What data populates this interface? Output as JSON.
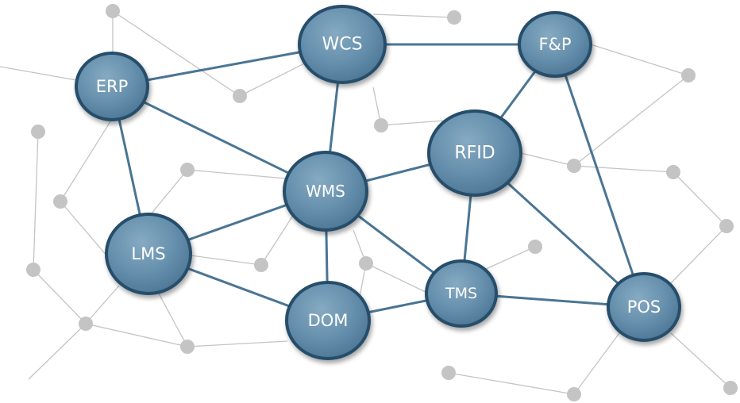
{
  "nodes": [
    {
      "id": "erp",
      "label": "ERP"
    },
    {
      "id": "wcs",
      "label": "WCS"
    },
    {
      "id": "fp",
      "label": "F&P"
    },
    {
      "id": "rfid",
      "label": "RFID"
    },
    {
      "id": "wms",
      "label": "WMS"
    },
    {
      "id": "lms",
      "label": "LMS"
    },
    {
      "id": "dom",
      "label": "DOM"
    },
    {
      "id": "tms",
      "label": "TMS"
    },
    {
      "id": "pos",
      "label": "POS"
    }
  ],
  "links": [
    [
      "erp",
      "wcs"
    ],
    [
      "wcs",
      "fp"
    ],
    [
      "erp",
      "wms"
    ],
    [
      "erp",
      "lms"
    ],
    [
      "wcs",
      "wms"
    ],
    [
      "fp",
      "rfid"
    ],
    [
      "fp",
      "pos"
    ],
    [
      "wms",
      "rfid"
    ],
    [
      "wms",
      "lms"
    ],
    [
      "wms",
      "dom"
    ],
    [
      "wms",
      "tms"
    ],
    [
      "rfid",
      "tms"
    ],
    [
      "rfid",
      "pos"
    ],
    [
      "lms",
      "dom"
    ],
    [
      "dom",
      "tms"
    ],
    [
      "tms",
      "pos"
    ]
  ],
  "colors": {
    "node_fill": "#5f8aa6",
    "node_border": "#264d6b",
    "link": "#4a7594",
    "background_net": "#c4c4c4",
    "background_dot": "#c4c4c4"
  }
}
